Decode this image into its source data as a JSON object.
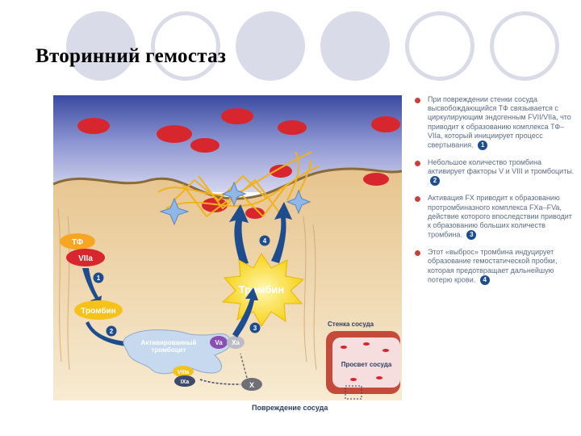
{
  "slide": {
    "title": "Вторинний гемостаз"
  },
  "diagram": {
    "labels": {
      "tf": "ТФ",
      "viia": "VIIa",
      "thrombin_small": "Тромбин",
      "thrombin_big": "Тромбин",
      "activated_platelet": "Активированный тромбоцит",
      "va": "Va",
      "xa": "Xa",
      "viiia": "VIIIa",
      "ixa": "IXa",
      "x": "X",
      "vessel_wall": "Стенка сосуда",
      "vessel_lumen": "Просвет сосуда",
      "vessel_damage": "Повреждение сосуда"
    },
    "steps": [
      "1",
      "2",
      "3",
      "4"
    ]
  },
  "notes": [
    {
      "text": "При повреждении стенки сосуда высвобождающийся ТФ связывается с циркулирующим эндогенным FVII/VIIa, что приводит к образованию комплекса ТФ–VIIa, который инициирует процесс свертывания.",
      "step": "1"
    },
    {
      "text": "Небольшое количество тромбина активирует факторы V и VIII и тромбоциты.",
      "step": "2"
    },
    {
      "text": "Активация FX приводит к образованию протромбиназного комплекса FXa–FVa, действие которого впоследствии приводит к образованию больших количеств тромбина.",
      "step": "3"
    },
    {
      "text": "Этот «выброс» тромбина индуцирует образование гемостатической пробки, которая предотвращает дальнейшую потерю крови.",
      "step": "4"
    }
  ],
  "colors": {
    "accent_red": "#d8262e",
    "thrombin_yellow": "#f6d21a",
    "step_blue": "#1d4d8f",
    "circle_grey": "#d9dbe8"
  }
}
